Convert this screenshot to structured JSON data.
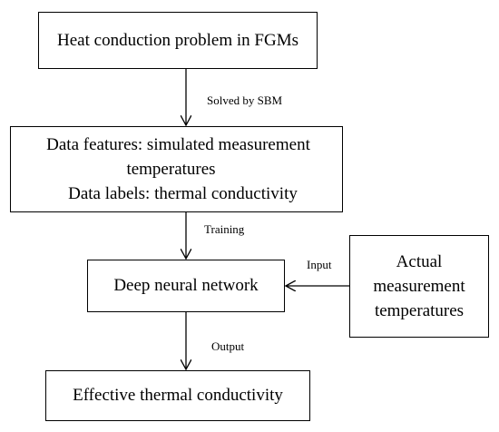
{
  "nodes": {
    "heat_problem": "Heat conduction problem in FGMs",
    "data_features_line1": "Data features: simulated measurement",
    "data_features_line2": "temperatures",
    "data_labels": "Data labels: thermal conductivity",
    "dnn": "Deep neural network",
    "actual_line1": "Actual",
    "actual_line2": "measurement",
    "actual_line3": "temperatures",
    "effective": "Effective thermal conductivity"
  },
  "edges": {
    "solved_by": "Solved by SBM",
    "training": "Training",
    "input": "Input",
    "output": "Output"
  },
  "colors": {
    "stroke": "#000000",
    "background": "#ffffff"
  }
}
